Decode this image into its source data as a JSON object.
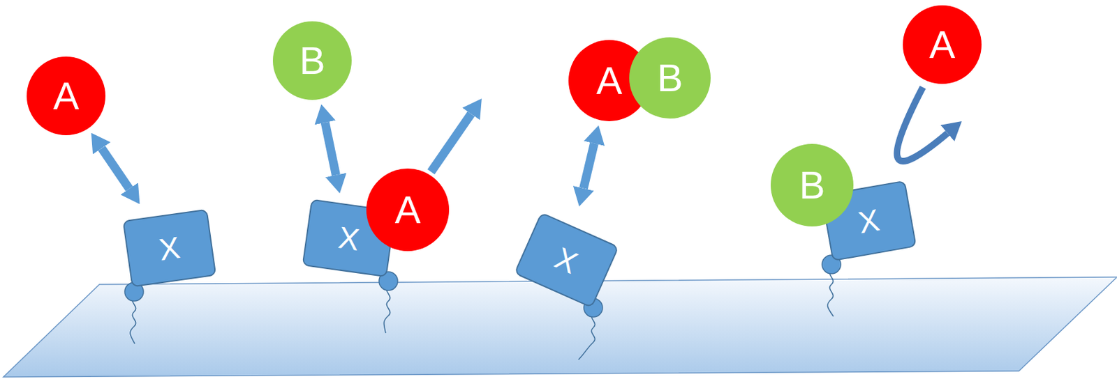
{
  "diagram": {
    "nodes": [
      {
        "text": [
          "A"
        ]
      },
      {
        "text": [
          "X"
        ]
      },
      {
        "text": [
          "B"
        ]
      },
      {
        "text": [
          "X"
        ]
      },
      {
        "text": [
          "A"
        ]
      },
      {
        "text": [
          "A"
        ]
      },
      {
        "text": [
          "B"
        ]
      },
      {
        "text": [
          "X"
        ]
      },
      {
        "text": [
          "B"
        ]
      },
      {
        "text": [
          "X"
        ]
      },
      {
        "text": [
          "A"
        ]
      }
    ],
    "edges": [
      {
        "from": 0,
        "to": 1,
        "arrow": "both"
      },
      {
        "from": 2,
        "to": 3,
        "arrow": "both"
      },
      {
        "from": 5,
        "to": 7,
        "arrow": "both"
      }
    ]
  }
}
